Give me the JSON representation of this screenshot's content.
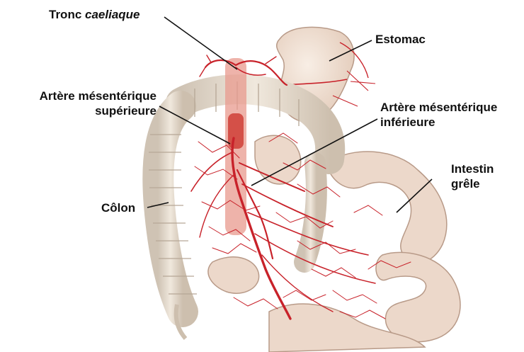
{
  "labels": {
    "celiac_trunk": {
      "prefix": "Tronc ",
      "italic": "caeliaque"
    },
    "stomach": "Estomac",
    "superior_mesenteric": {
      "line1": "Artère mésentérique",
      "line2": "supérieure"
    },
    "inferior_mesenteric": {
      "line1": "Artère mésentérique",
      "line2": "inférieure"
    },
    "small_intestine": {
      "line1": "Intestin",
      "line2": "grêle"
    },
    "colon": "Côlon"
  },
  "colors": {
    "artery": "#c8222a",
    "bowel_fill": "#ead6c8",
    "bowel_stroke": "#b89a88",
    "colon_fill": "#e6dccf",
    "stomach_fill": "#f1e2d5",
    "leader_line": "#111111"
  }
}
